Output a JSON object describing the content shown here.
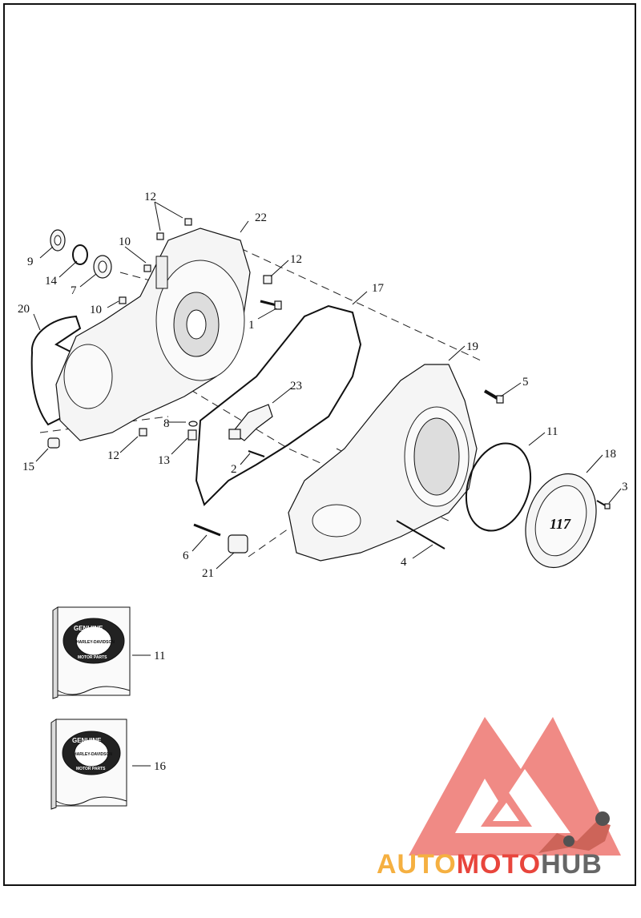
{
  "callouts": {
    "c1": "1",
    "c2": "2",
    "c3": "3",
    "c4": "4",
    "c5": "5",
    "c6": "6",
    "c7": "7",
    "c8": "8",
    "c9": "9",
    "c10a": "10",
    "c10b": "10",
    "c11a": "11",
    "c11b": "11",
    "c12a": "12",
    "c12b": "12",
    "c12c": "12",
    "c13": "13",
    "c14": "14",
    "c15": "15",
    "c16": "16",
    "c17": "17",
    "c18": "18",
    "c19": "19",
    "c20": "20",
    "c21": "21",
    "c22": "22",
    "c23": "23"
  },
  "kit_label": {
    "line1": "GENUINE",
    "line2": "HARLEY-DAVIDSON",
    "line3": "MOTOR PARTS"
  },
  "badge_text": "117",
  "watermark": {
    "part1": "AUTO",
    "part2": "MOTO",
    "part3": "HUB"
  },
  "colors": {
    "watermark_red": "#e8453c",
    "watermark_orange": "#f5b041",
    "watermark_gray": "#666666"
  }
}
